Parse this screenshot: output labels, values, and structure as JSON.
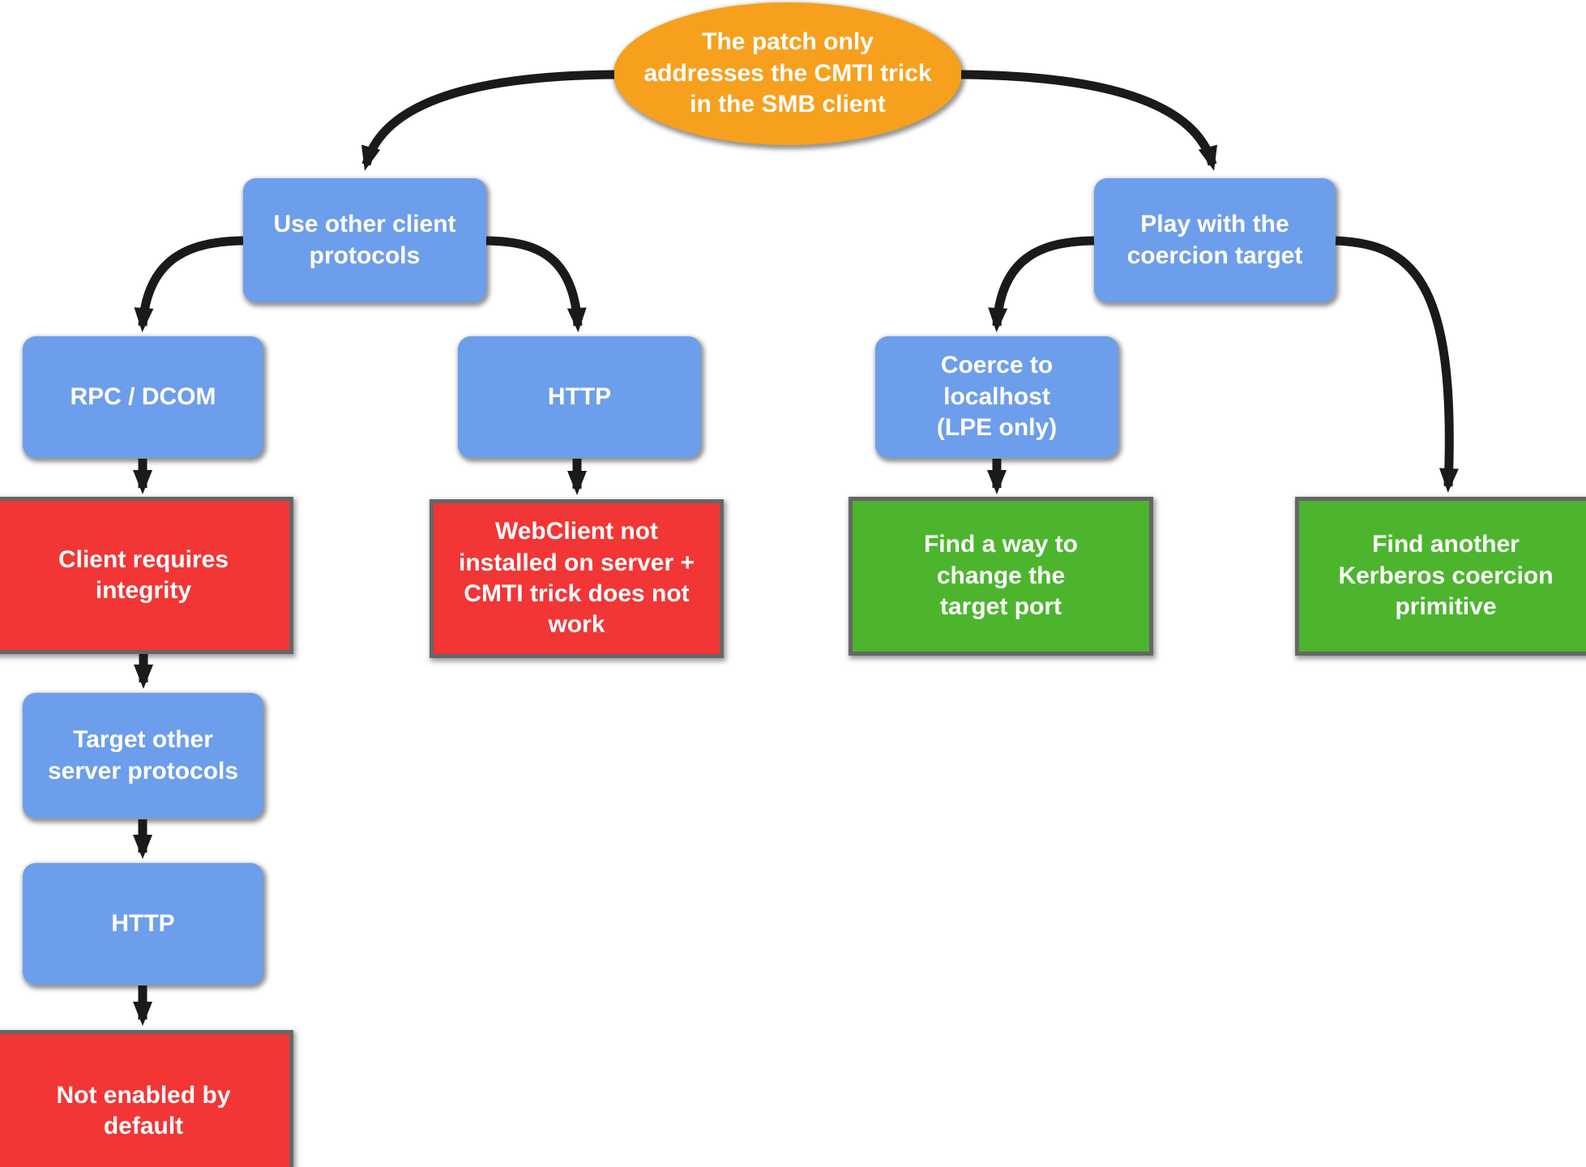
{
  "palette": {
    "root_fill": "#F7A01E",
    "step_fill": "#6D9EEB",
    "blocker_fill": "#F23535",
    "solution_fill": "#4CB52D",
    "outline_gray": "#666666",
    "arrow_black": "#1A1A1A",
    "text_white": "#FFFFFF",
    "background": "#FFFFFF"
  },
  "nodes": {
    "root": {
      "label": "The patch only\naddresses the CMTI trick\nin the SMB client"
    },
    "use_other": {
      "label": "Use other client\nprotocols"
    },
    "play_with": {
      "label": "Play with the\ncoercion target"
    },
    "rpc_dcom": {
      "label": "RPC / DCOM"
    },
    "http_client": {
      "label": "HTTP"
    },
    "coerce_localhost": {
      "label": "Coerce to\nlocalhost\n(LPE only)"
    },
    "client_requires_integrity": {
      "label": "Client requires\nintegrity"
    },
    "webclient_not_installed": {
      "label": "WebClient not\ninstalled on server +\nCMTI trick does not\nwork"
    },
    "find_change_port": {
      "label": "Find a way to\nchange the\ntarget port"
    },
    "find_kerberos": {
      "label": "Find another\nKerberos coercion\nprimitive"
    },
    "target_other_server": {
      "label": "Target other\nserver protocols"
    },
    "http_server": {
      "label": "HTTP"
    },
    "not_enabled_default": {
      "label": "Not enabled by\ndefault"
    }
  },
  "edges": [
    {
      "from": "root",
      "to": "use_other"
    },
    {
      "from": "root",
      "to": "play_with"
    },
    {
      "from": "use_other",
      "to": "rpc_dcom"
    },
    {
      "from": "use_other",
      "to": "http_client"
    },
    {
      "from": "play_with",
      "to": "coerce_localhost"
    },
    {
      "from": "play_with",
      "to": "find_kerberos"
    },
    {
      "from": "rpc_dcom",
      "to": "client_requires_integrity"
    },
    {
      "from": "client_requires_integrity",
      "to": "target_other_server"
    },
    {
      "from": "target_other_server",
      "to": "http_server"
    },
    {
      "from": "http_server",
      "to": "not_enabled_default"
    },
    {
      "from": "http_client",
      "to": "webclient_not_installed"
    },
    {
      "from": "coerce_localhost",
      "to": "find_change_port"
    }
  ]
}
